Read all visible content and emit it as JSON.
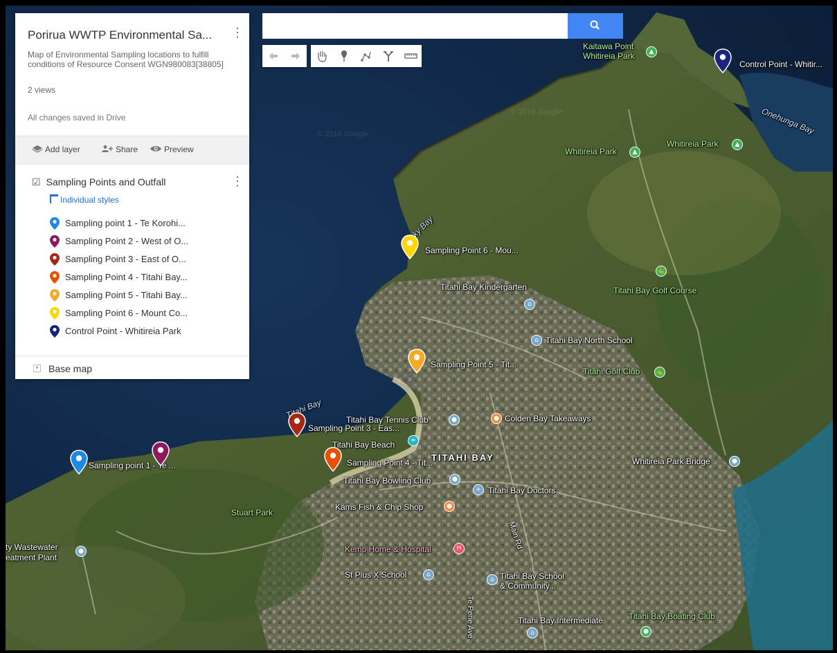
{
  "panel": {
    "title": "Porirua WWTP Environmental Sa...",
    "description": "Map of Environmental Sampling locations to fulfill conditions of Resource Consent WGN980083[38805]",
    "views": "2 views",
    "saved": "All changes saved in Drive",
    "actions": {
      "add_layer": "Add layer",
      "share": "Share",
      "preview": "Preview"
    },
    "layer": {
      "name": "Sampling Points and Outfall",
      "style_link": "Individual styles",
      "items": [
        {
          "label": "Sampling point 1 - Te Korohi...",
          "color": "#1e88e5"
        },
        {
          "label": "Sampling Point 2 - West of O...",
          "color": "#8e1a5e"
        },
        {
          "label": "Sampling Point 3 - East of O...",
          "color": "#a52714"
        },
        {
          "label": "Sampling Point 4 - Titahi Bay...",
          "color": "#e65100"
        },
        {
          "label": "Sampling Point 5 - Titahi Bay...",
          "color": "#f9a825"
        },
        {
          "label": "Sampling Point 6 - Mount Co...",
          "color": "#ffd600"
        },
        {
          "label": "Control Point - Whitireia Park",
          "color": "#1a237e"
        }
      ]
    },
    "basemap": "Base map"
  },
  "search": {
    "value": "",
    "placeholder": ""
  },
  "colors": {
    "search_button": "#4285f4",
    "link": "#1a73e8"
  },
  "markers": [
    {
      "label": "Sampling point 1 - Te ...",
      "color": "#1e88e5"
    },
    {
      "label": "",
      "color": "#8e1a5e"
    },
    {
      "label": "Sampling Point 3 - Eas...",
      "color": "#a52714"
    },
    {
      "label": "Sampling Point 4 - Tit...",
      "color": "#e65100"
    },
    {
      "label": "Sampling Point 5 - Tit...",
      "color": "#f9a825"
    },
    {
      "label": "Sampling Point 6 - Mou...",
      "color": "#ffd600"
    },
    {
      "label": "Control Point - Whitir...",
      "color": "#1a237e"
    }
  ],
  "places": {
    "kaitawa": "Kaitawa Point",
    "whitireia_park_top": "Whitireia Park",
    "whitireia_park_1": "Whitireia Park",
    "whitireia_park_2": "Whitireia Park",
    "onehunga_bay": "Onehunga Bay",
    "rocky_bay": "Rocky Bay",
    "kindergarten": "Titahi Bay Kindergarten",
    "golf_course": "Titahi Bay Golf Course",
    "north_school": "Titahi Bay North School",
    "golf_club": "Titahi Golf Club",
    "titahi_bay_water": "Titahi Bay",
    "tennis_club": "Titahi Bay Tennis Club",
    "takeaways": "Colden Bay Takeaways",
    "beach": "Titahi Bay Beach",
    "suburb": "TITAHI BAY",
    "park_bridge": "Whitireia Park Bridge",
    "bowling_club": "Titahi Bay Bowling Club",
    "doctors": "Titahi Bay Doctors",
    "fish_chip": "Kams Fish & Chip Shop",
    "stuart_park": "Stuart Park",
    "wastewater_1": "ty Wastewater",
    "wastewater_2": "eatment Plant",
    "kemp_home": "Kemp Home & Hospital",
    "main_rd": "Main Rd",
    "st_pius": "St Pius X School",
    "school_1": "Titahi Bay School",
    "school_2": "& Community...",
    "te_pene": "Te Pene Ave",
    "intermediate": "Titahi Bay Intermediate",
    "boating": "Titahi Bay Boating Club"
  }
}
